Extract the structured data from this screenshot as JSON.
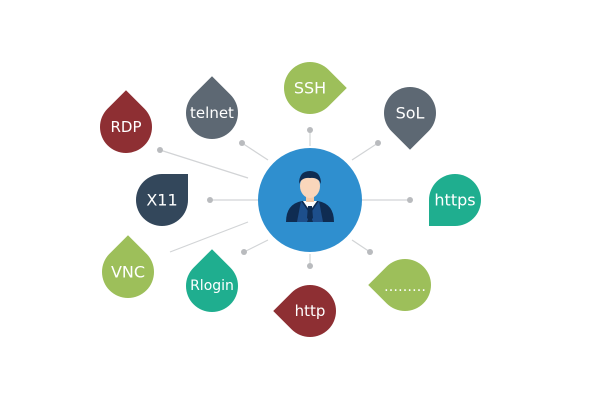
{
  "center": {
    "icon": "user-avatar-icon",
    "color": "#2f8fcf"
  },
  "protocols": [
    {
      "id": "rdp",
      "label": "RDP",
      "color": "#8e2f33"
    },
    {
      "id": "telnet",
      "label": "telnet",
      "color": "#5d6873"
    },
    {
      "id": "ssh",
      "label": "SSH",
      "color": "#9dbf5a"
    },
    {
      "id": "sol",
      "label": "SoL",
      "color": "#5d6873"
    },
    {
      "id": "x11",
      "label": "X11",
      "color": "#33475b"
    },
    {
      "id": "https",
      "label": "https",
      "color": "#1fae8f"
    },
    {
      "id": "vnc",
      "label": "VNC",
      "color": "#9dbf5a"
    },
    {
      "id": "rlogin",
      "label": "Rlogin",
      "color": "#1fae8f"
    },
    {
      "id": "http",
      "label": "http",
      "color": "#8e2f33"
    },
    {
      "id": "more",
      "label": "………",
      "color": "#9dbf5a"
    }
  ]
}
